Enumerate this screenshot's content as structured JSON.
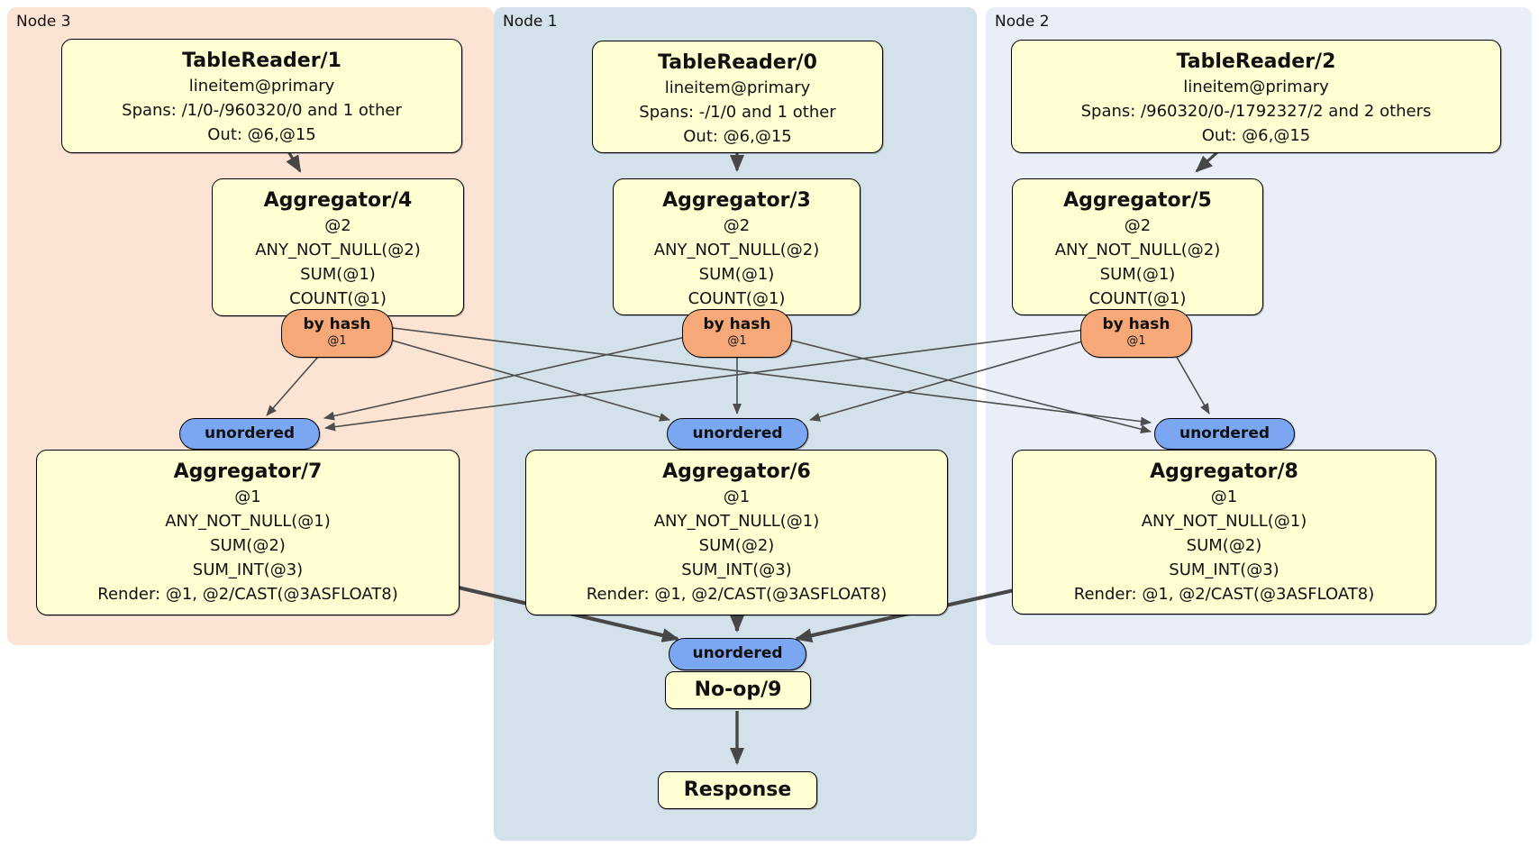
{
  "regions": {
    "node3": {
      "label": "Node 3"
    },
    "node1": {
      "label": "Node 1"
    },
    "node2": {
      "label": "Node 2"
    }
  },
  "processors": {
    "tr1": {
      "title": "TableReader/1",
      "lines": [
        "lineitem@primary",
        "Spans: /1/0-/960320/0 and 1 other",
        "Out: @6,@15"
      ]
    },
    "tr0": {
      "title": "TableReader/0",
      "lines": [
        "lineitem@primary",
        "Spans: -/1/0 and 1 other",
        "Out: @6,@15"
      ]
    },
    "tr2": {
      "title": "TableReader/2",
      "lines": [
        "lineitem@primary",
        "Spans: /960320/0-/1792327/2 and 2 others",
        "Out: @6,@15"
      ]
    },
    "agg4": {
      "title": "Aggregator/4",
      "lines": [
        "@2",
        "ANY_NOT_NULL(@2)",
        "SUM(@1)",
        "COUNT(@1)"
      ]
    },
    "agg3": {
      "title": "Aggregator/3",
      "lines": [
        "@2",
        "ANY_NOT_NULL(@2)",
        "SUM(@1)",
        "COUNT(@1)"
      ]
    },
    "agg5": {
      "title": "Aggregator/5",
      "lines": [
        "@2",
        "ANY_NOT_NULL(@2)",
        "SUM(@1)",
        "COUNT(@1)"
      ]
    },
    "agg7": {
      "title": "Aggregator/7",
      "lines": [
        "@1",
        "ANY_NOT_NULL(@1)",
        "SUM(@2)",
        "SUM_INT(@3)",
        "Render: @1, @2/CAST(@3ASFLOAT8)"
      ]
    },
    "agg6": {
      "title": "Aggregator/6",
      "lines": [
        "@1",
        "ANY_NOT_NULL(@1)",
        "SUM(@2)",
        "SUM_INT(@3)",
        "Render: @1, @2/CAST(@3ASFLOAT8)"
      ]
    },
    "agg8": {
      "title": "Aggregator/8",
      "lines": [
        "@1",
        "ANY_NOT_NULL(@1)",
        "SUM(@2)",
        "SUM_INT(@3)",
        "Render: @1, @2/CAST(@3ASFLOAT8)"
      ]
    },
    "noop": {
      "title": "No-op/9"
    },
    "response": {
      "title": "Response"
    }
  },
  "routers": {
    "byhash3": {
      "label": "by hash",
      "detail": "@1"
    },
    "byhash1": {
      "label": "by hash",
      "detail": "@1"
    },
    "byhash2": {
      "label": "by hash",
      "detail": "@1"
    },
    "unordered7": {
      "label": "unordered"
    },
    "unordered6": {
      "label": "unordered"
    },
    "unordered8": {
      "label": "unordered"
    },
    "unordered9": {
      "label": "unordered"
    }
  },
  "colors": {
    "processor_fill": "#ffffd2",
    "processor_border": "#000000",
    "hash_router_fill": "#f6a878",
    "unordered_router_fill": "#7aa6f2",
    "node3_bg": "#fce4d4",
    "node1_bg": "#d3e1ea",
    "node2_bg": "#e9eef8",
    "edge": "#4d4d4d"
  }
}
